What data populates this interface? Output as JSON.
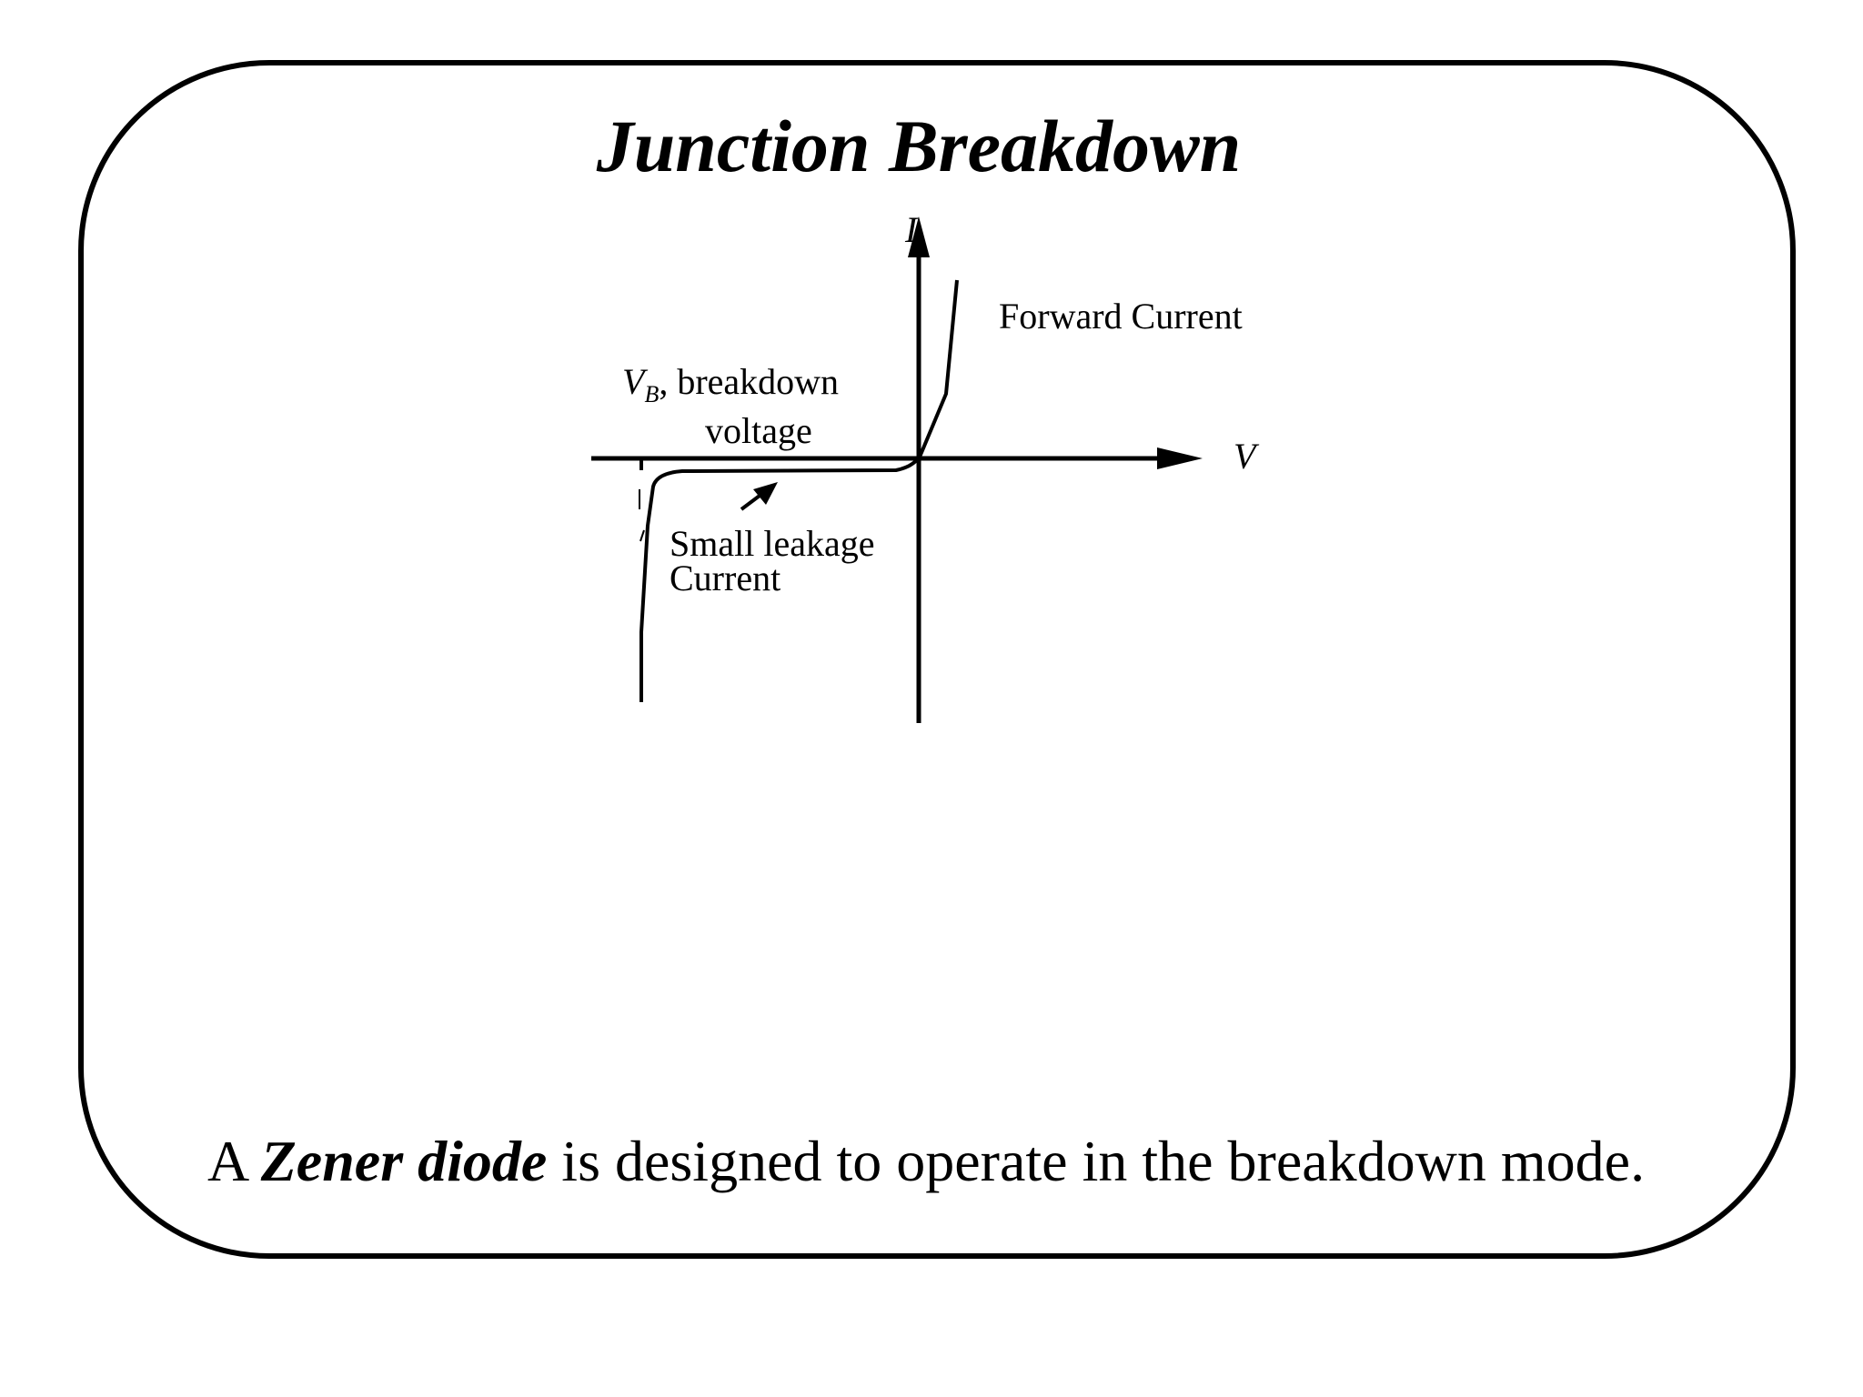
{
  "slide": {
    "title": "Junction Breakdown"
  },
  "diagram": {
    "axis_i_label": "I",
    "axis_v_label": "V",
    "forward_label": "Forward Current",
    "vb_symbol": "V",
    "vb_subscript": "B",
    "vb_text": ", breakdown",
    "vb_text_line2": "voltage",
    "leakage_line1": "Small leakage",
    "leakage_line2": "Current"
  },
  "caption": {
    "prefix": "A ",
    "term": "Zener diode",
    "suffix": " is designed to operate in the breakdown mode."
  },
  "colors": {
    "ink": "#000000",
    "background": "#ffffff"
  }
}
